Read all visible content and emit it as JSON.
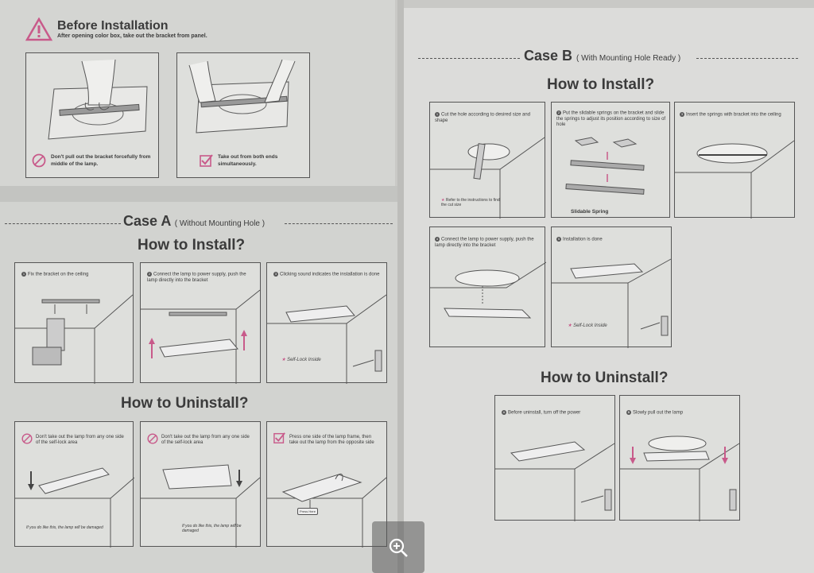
{
  "before": {
    "title": "Before Installation",
    "subtitle": "After opening color box, take out the bracket from panel.",
    "wrong": "Don't pull out the bracket forcefully from middle of the lamp.",
    "right": "Take out from both ends simultaneously."
  },
  "case_a": {
    "title": "Case A",
    "subtitle": "( Without Mounting Hole )",
    "install_heading": "How to Install?",
    "step1": "Fix the bracket on the ceiling",
    "step2": "Connect the lamp to power supply, push the lamp directly into the bracket",
    "step3": "Clicking sound indicates the installation is done",
    "self_lock": "Self-Lock Inside",
    "uninstall_heading": "How to Uninstall?",
    "u1": "Don't take out the lamp from any one side of the self-lock area",
    "u2": "Don't take out the lamp from any one side of the self-lock area",
    "u3": "Press one side of the lamp frame, then take out the lamp from the opposite side",
    "damaged1": "If you do like this, the lamp will be damaged",
    "damaged2": "If you do like this, the lamp will be damaged",
    "press_here": "Press Here"
  },
  "case_b": {
    "title": "Case B",
    "subtitle": "( With Mounting Hole Ready )",
    "install_heading": "How to Install?",
    "step1": "Cut the hole according to desired size and shape",
    "step1_note": "Refer to the instructions to find the cut size",
    "step2": "Put the slidable springs on the bracket and slide the springs to adjust its position according to size of hole",
    "slidable": "Slidable Spring",
    "step3": "Insert the springs with bracket into the ceiling",
    "step4": "Connect the lamp to power supply, push the lamp directly into the bracket",
    "step5": "Installation is done",
    "self_lock": "Self-Lock Inside",
    "uninstall_heading": "How to Uninstall?",
    "ua": "Before uninstall, turn off the power",
    "ub": "Slowly pull out the lamp"
  },
  "icons": [
    "warning-icon",
    "prohibited-icon",
    "check-icon",
    "zoom-icon"
  ],
  "colors": {
    "accent": "#c85a8a",
    "ink": "#3b3b3b",
    "paper": "#dcdcda"
  }
}
